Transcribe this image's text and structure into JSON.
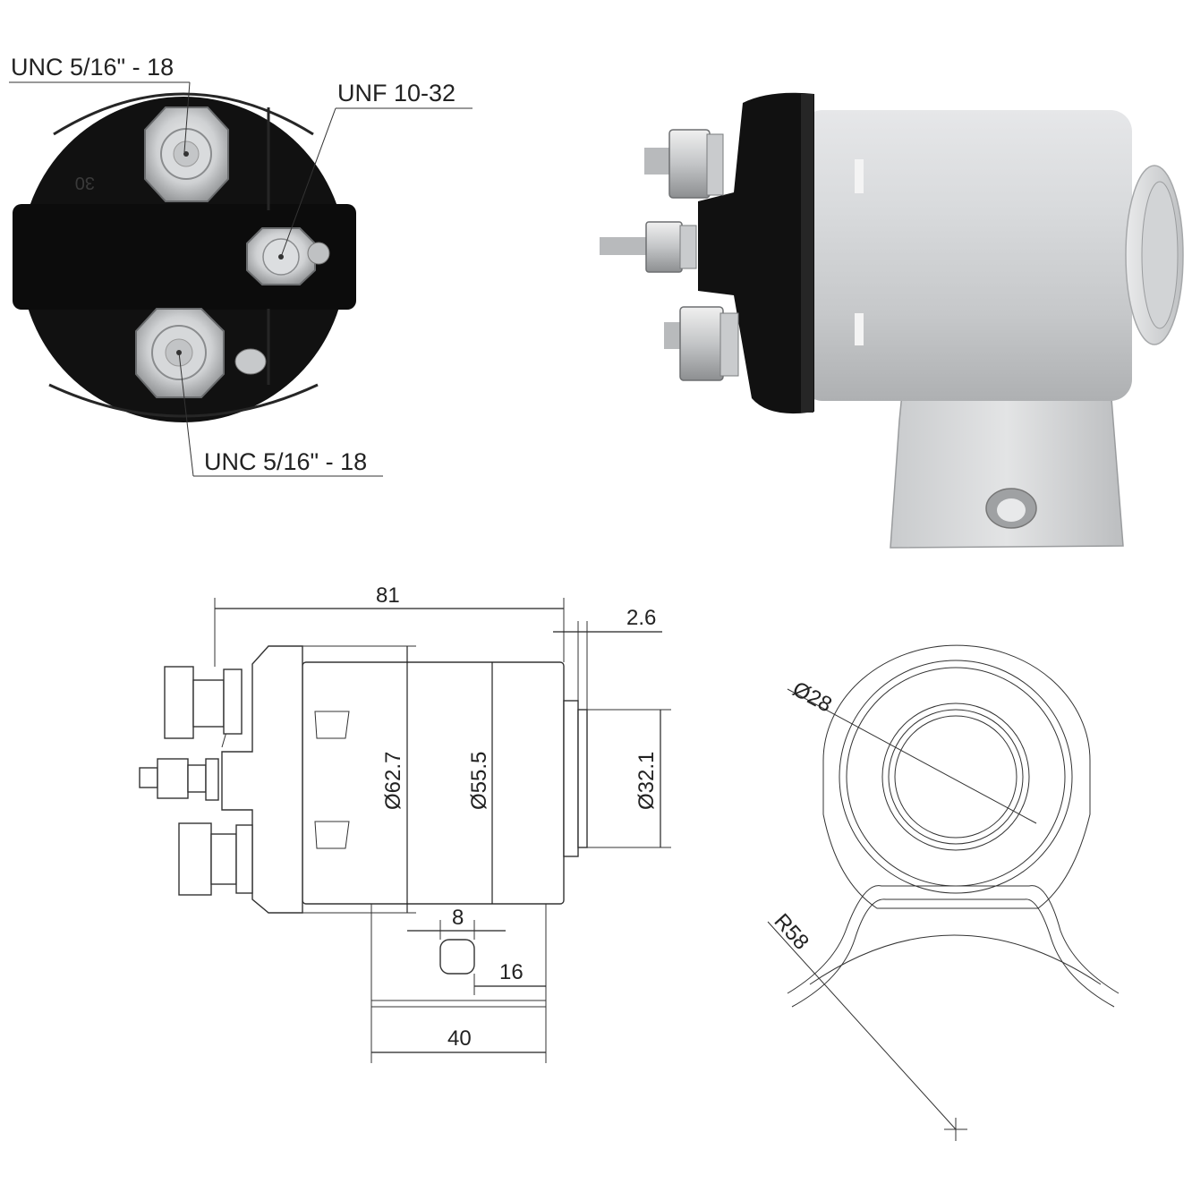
{
  "labels": {
    "thread_top": "UNC 5/16\" - 18",
    "thread_mid": "UNF 10-32",
    "thread_bottom": "UNC 5/16\" - 18"
  },
  "dimensions": {
    "overall_length": "81",
    "flange": "2.6",
    "diameter_outer": "Ø62.7",
    "diameter_body": "Ø55.5",
    "diameter_nose": "Ø32.1",
    "hole": "8",
    "hole_offset": "16",
    "bracket_width": "40",
    "bore_diameter": "Ø28",
    "radius": "R58"
  },
  "photo_marks": {
    "terminal_mark": "30"
  },
  "colors": {
    "cap_black": "#111111",
    "body_silver": "#d4d6d8",
    "line": "#222222"
  }
}
